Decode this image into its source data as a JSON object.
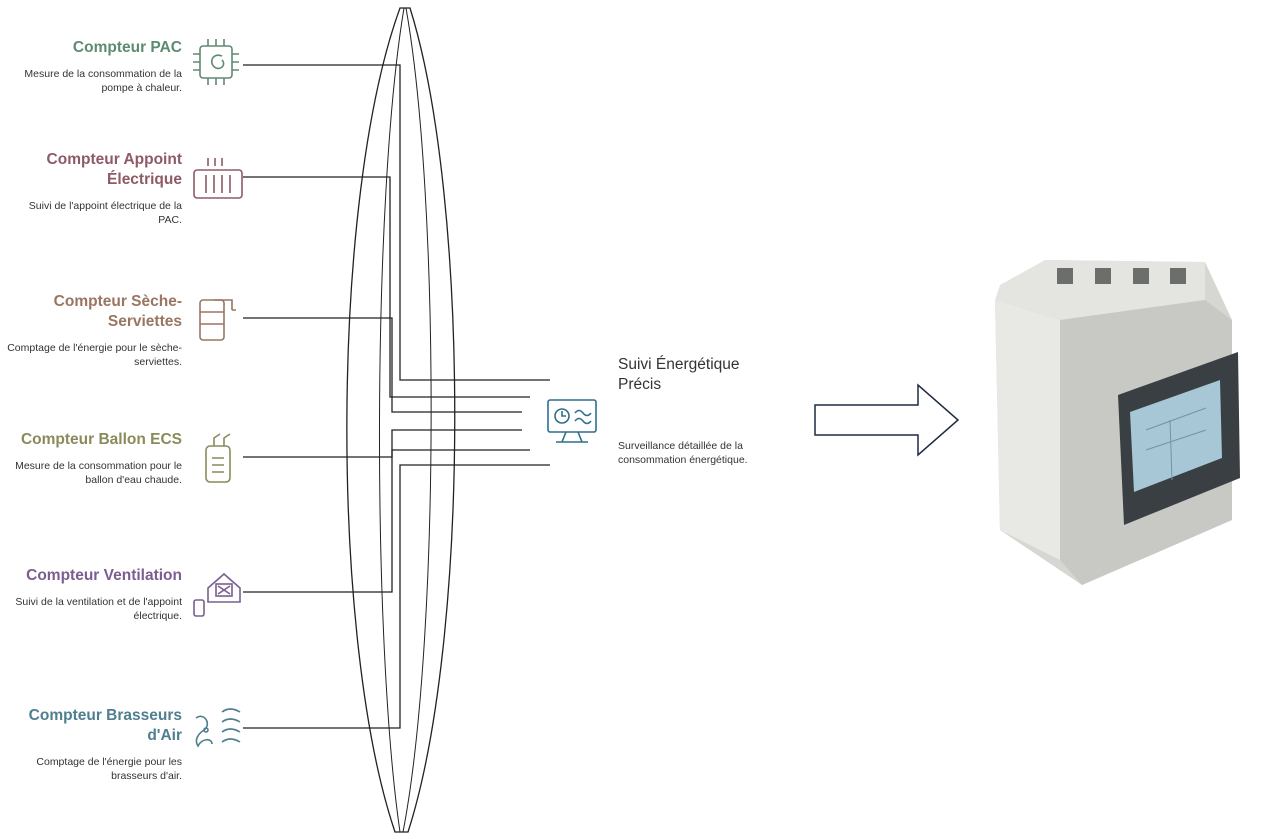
{
  "items": [
    {
      "title": "Compteur PAC",
      "desc": "Mesure de la consommation de la pompe à chaleur.",
      "color": "#5e8a72",
      "icon": "heat-pump-chip-icon"
    },
    {
      "title": "Compteur Appoint Électrique",
      "desc": "Suivi de l'appoint électrique de la PAC.",
      "color": "#8e5a66",
      "icon": "electric-heater-icon"
    },
    {
      "title": "Compteur Sèche-Serviettes",
      "desc": "Comptage de l'énergie pour le sèche-serviettes.",
      "color": "#9a7560",
      "icon": "towel-dryer-icon"
    },
    {
      "title": "Compteur Ballon ECS",
      "desc": "Mesure de la consommation pour le ballon d'eau chaude.",
      "color": "#8a8a5a",
      "icon": "water-heater-icon"
    },
    {
      "title": "Compteur Ventilation",
      "desc": "Suivi de la ventilation et de l'appoint électrique.",
      "color": "#7a5e90",
      "icon": "house-ventilation-icon"
    },
    {
      "title": "Compteur Brasseurs d'Air",
      "desc": "Comptage de l'énergie pour les brasseurs d'air.",
      "color": "#4f7f8e",
      "icon": "air-fan-icon"
    }
  ],
  "center": {
    "title": "Suivi Énergétique Précis",
    "desc": "Surveillance détaillée de la consommation énergétique.",
    "color": "#2f6f8a",
    "icon": "monitor-chart-icon"
  },
  "arrow": {
    "icon": "arrow-right-icon",
    "color": "#1f2a44"
  },
  "device": {
    "name": "energy-meter-device",
    "icon": "din-rail-energy-meter-icon"
  }
}
